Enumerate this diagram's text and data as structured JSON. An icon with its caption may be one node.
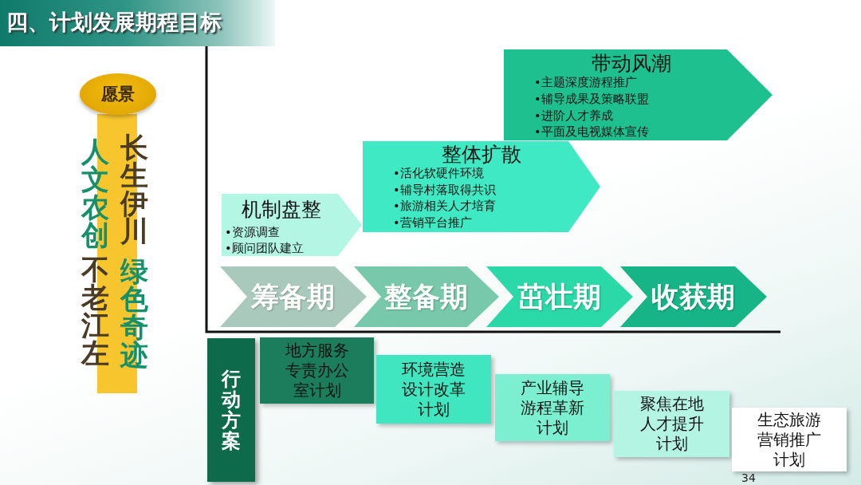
{
  "diagram": {
    "title": "四、计划发展期程目标",
    "nodes": [
      {
        "text": [
          "愿景"
        ]
      },
      {
        "text": [
          "长生伊川",
          "绿色奇迹",
          "人文农创",
          "不老江左"
        ]
      },
      {
        "text": [
          "机制盘整",
          "•资源调查",
          "•顾问团队建立"
        ]
      },
      {
        "text": [
          "整体扩散",
          "•活化软硬件环境",
          "•辅导村落取得共识",
          "•旅游相关人才培育",
          "•营销平台推广"
        ]
      },
      {
        "text": [
          "带动风潮",
          "•主题深度游程推广",
          "•辅导成果及策略联盟",
          "•进阶人才养成",
          "•平面及电视媒体宣传"
        ]
      },
      {
        "text": [
          "筹备期"
        ]
      },
      {
        "text": [
          "整备期"
        ]
      },
      {
        "text": [
          "茁壮期"
        ]
      },
      {
        "text": [
          "收获期"
        ]
      },
      {
        "text": [
          "行动方案"
        ]
      },
      {
        "text": [
          "地方服务专责办公室计划"
        ]
      },
      {
        "text": [
          "环境营造设计改革计划"
        ]
      },
      {
        "text": [
          "产业辅导游程革新计划"
        ]
      },
      {
        "text": [
          "聚焦在地人才提升计划"
        ]
      },
      {
        "text": [
          "生态旅游营销推广计划"
        ]
      }
    ],
    "labels": [
      "34"
    ]
  }
}
